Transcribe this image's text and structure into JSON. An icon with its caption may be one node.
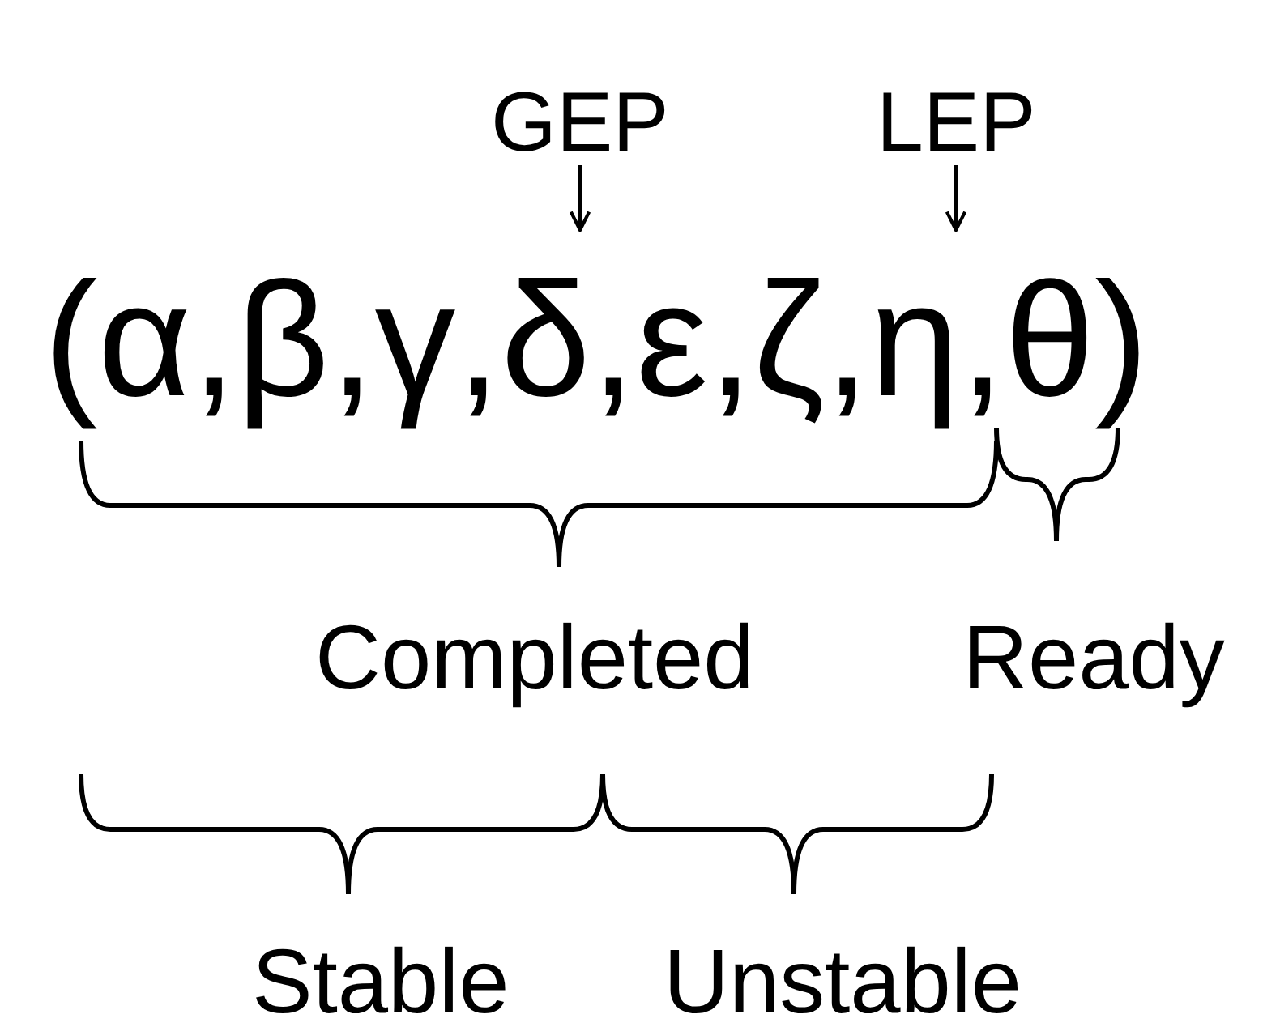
{
  "diagram": {
    "nodes": [
      {
        "text": [
          "GEP"
        ]
      },
      {
        "text": [
          "LEP"
        ]
      }
    ],
    "edges": [
      {
        "from": 0,
        "to": null,
        "arrow": "to"
      },
      {
        "from": 1,
        "to": null,
        "arrow": "to"
      }
    ],
    "labels": [
      "(α,β,γ,δ,ε,ζ,η,θ)",
      "Completed",
      "Ready",
      "Stable",
      "Unstable"
    ]
  }
}
